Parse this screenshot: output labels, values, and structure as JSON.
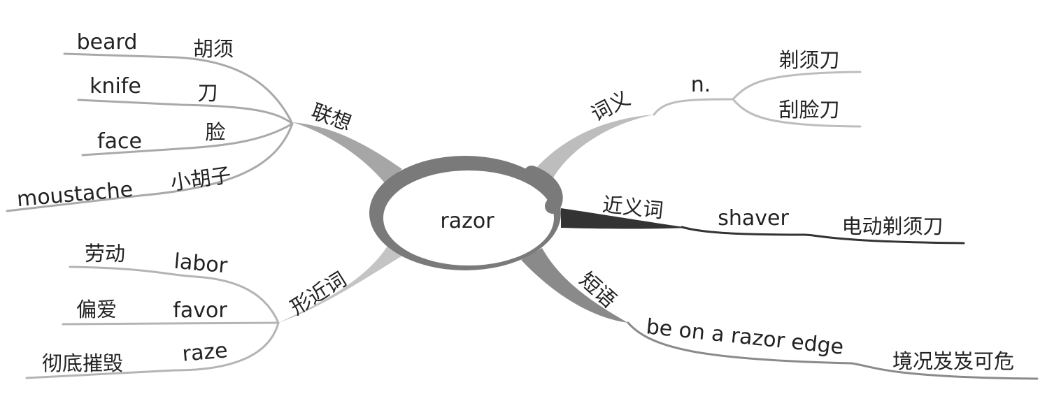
{
  "center": {
    "label": "razor"
  },
  "branches": {
    "association": {
      "label": "联想",
      "pairs": [
        {
          "en": "beard",
          "zh": "胡须"
        },
        {
          "en": "knife",
          "zh": "刀"
        },
        {
          "en": "face",
          "zh": "脸"
        },
        {
          "en": "moustache",
          "zh": "小胡子"
        }
      ]
    },
    "similar_form": {
      "label": "形近词",
      "pairs": [
        {
          "zh": "劳动",
          "en": "labor"
        },
        {
          "zh": "偏爱",
          "en": "favor"
        },
        {
          "zh": "彻底摧毁",
          "en": "raze"
        }
      ]
    },
    "meaning": {
      "label": "词义",
      "pos": "n.",
      "senses": [
        "剃须刀",
        "刮脸刀"
      ]
    },
    "synonym": {
      "label": "近义词",
      "word": "shaver",
      "gloss": "电动剃须刀"
    },
    "phrase": {
      "label": "短语",
      "text": "be on a razor edge",
      "gloss": "境况岌岌可危"
    }
  },
  "colors": {
    "association_branch": "#a6a6a6",
    "similar_branch": "#c4c4c4",
    "meaning_branch": "#bdbdbd",
    "synonym_branch": "#333333",
    "phrase_branch": "#8a8a8a",
    "center_ring": "#7a7a7a",
    "leaf_line": "#a9a9a9",
    "text": "#222222"
  }
}
